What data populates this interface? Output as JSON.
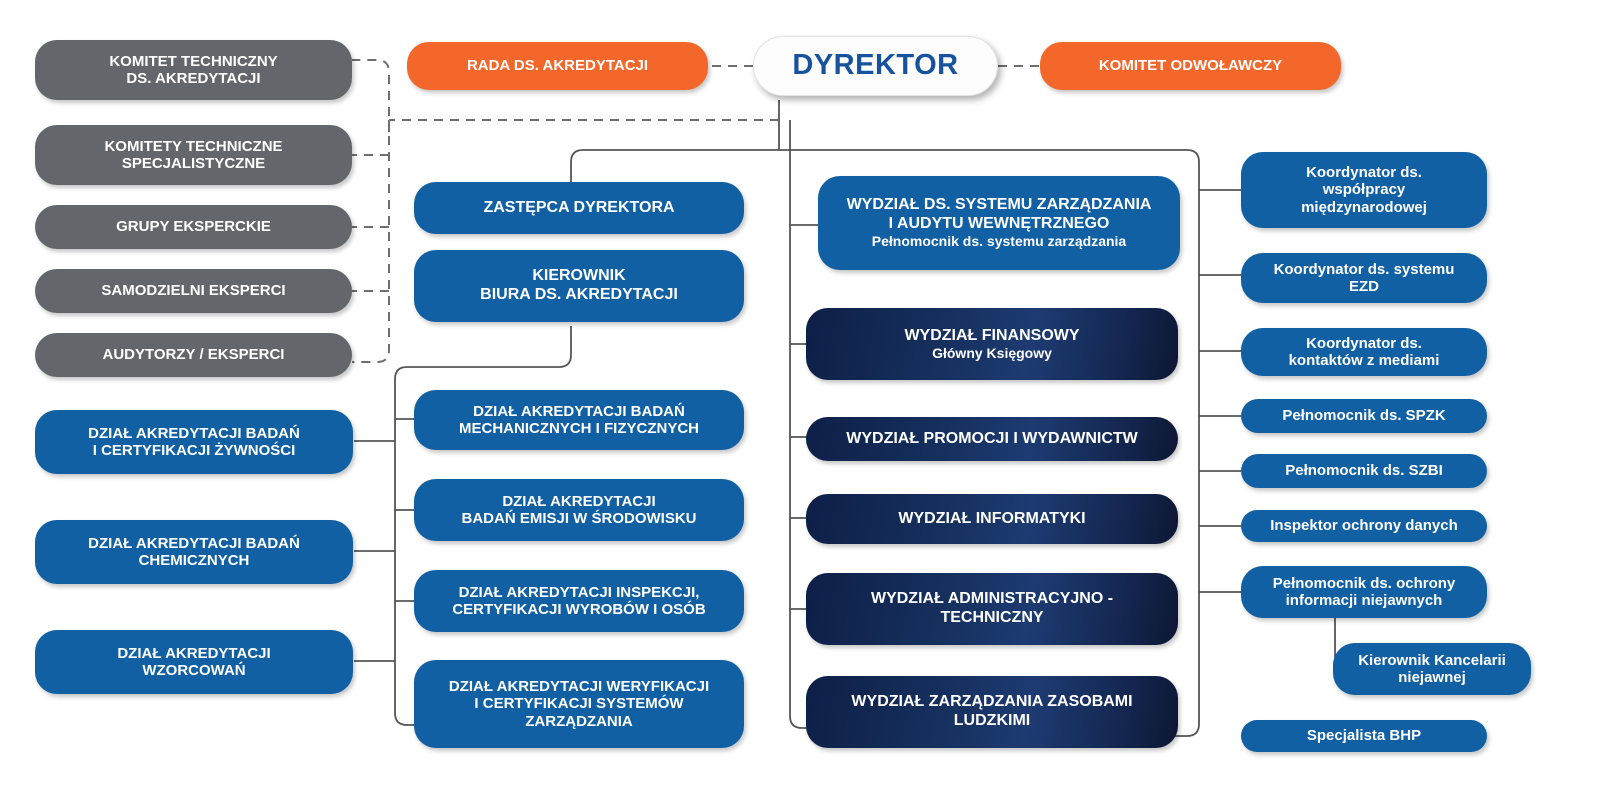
{
  "meta": {
    "title": "Struktura organizacyjna",
    "colors": {
      "grey": "#63666a",
      "orange": "#f4672a",
      "blue": "#1160a4",
      "navy_dark": "#0d1f47",
      "director_text": "#17529e",
      "connector_solid": "#5a5a5a",
      "connector_dashed": "#6e6e6e",
      "background": "#ffffff"
    }
  },
  "director": {
    "label": "DYREKTOR"
  },
  "advisory_left": {
    "items": [
      {
        "label_line1": "KOMITET TECHNICZNY",
        "label_line2": "DS. AKREDYTACJI"
      },
      {
        "label_line1": "KOMITETY TECHNICZNE",
        "label_line2": "SPECJALISTYCZNE"
      },
      {
        "label_line1": "GRUPY EKSPERCKIE",
        "label_line2": ""
      },
      {
        "label_line1": "SAMODZIELNI EKSPERCI",
        "label_line2": ""
      },
      {
        "label_line1": "AUDYTORZY / EKSPERCI",
        "label_line2": ""
      }
    ]
  },
  "advisory_top": {
    "council": "RADA DS.  AKREDYTACJI",
    "appeals": "KOMITET  ODWOŁAWCZY"
  },
  "deputy_column": {
    "items": [
      {
        "label_line1": "ZASTĘPCA DYREKTORA",
        "label_line2": ""
      },
      {
        "label_line1": "KIEROWNIK",
        "label_line2": "BIURA DS. AKREDYTACJI"
      }
    ]
  },
  "departments_left": {
    "items": [
      {
        "label_line1": "DZIAŁ AKREDYTACJI BADAŃ",
        "label_line2": "I CERTYFIKACJI ŻYWNOŚCI",
        "label_line3": ""
      },
      {
        "label_line1": "DZIAŁ AKREDYTACJI BADAŃ",
        "label_line2": "CHEMICZNYCH",
        "label_line3": ""
      },
      {
        "label_line1": "DZIAŁ AKREDYTACJI",
        "label_line2": "WZORCOWAŃ",
        "label_line3": ""
      }
    ]
  },
  "departments_mid": {
    "items": [
      {
        "label_line1": "DZIAŁ AKREDYTACJI BADAŃ",
        "label_line2": "MECHANICZNYCH I FIZYCZNYCH",
        "label_line3": ""
      },
      {
        "label_line1": "DZIAŁ AKREDYTACJI",
        "label_line2": "BADAŃ EMISJI W ŚRODOWISKU",
        "label_line3": ""
      },
      {
        "label_line1": "DZIAŁ AKREDYTACJI INSPEKCJI,",
        "label_line2": "CERTYFIKACJI WYROBÓW I OSÓB",
        "label_line3": ""
      },
      {
        "label_line1": "DZIAŁ AKREDYTACJI WERYFIKACJI",
        "label_line2": "I CERTYFIKACJI SYSTEMÓW",
        "label_line3": "ZARZĄDZANIA"
      }
    ]
  },
  "divisions": {
    "items": [
      {
        "style": "blue",
        "label_line1": "WYDZIAŁ DS. SYSTEMU ZARZĄDZANIA",
        "label_line2": "I AUDYTU WEWNĘTRZNEGO",
        "subtitle": "Pełnomocnik ds. systemu zarządzania"
      },
      {
        "style": "navy",
        "label_line1": "WYDZIAŁ FINANSOWY",
        "label_line2": "",
        "subtitle": "Główny Księgowy"
      },
      {
        "style": "navy",
        "label_line1": "WYDZIAŁ PROMOCJI  I WYDAWNICTW",
        "label_line2": "",
        "subtitle": ""
      },
      {
        "style": "navy",
        "label_line1": "WYDZIAŁ INFORMATYKI",
        "label_line2": "",
        "subtitle": ""
      },
      {
        "style": "navy",
        "label_line1": "WYDZIAŁ ADMINISTRACYJNO -",
        "label_line2": "TECHNICZNY",
        "subtitle": ""
      },
      {
        "style": "navy",
        "label_line1": "WYDZIAŁ ZARZĄDZANIA ZASOBAMI",
        "label_line2": "LUDZKIMI",
        "subtitle": ""
      }
    ]
  },
  "staff_right": {
    "items": [
      {
        "label_line1": "Koordynator ds.",
        "label_line2": "współpracy",
        "label_line3": "międzynarodowej"
      },
      {
        "label_line1": "Koordynator ds. systemu",
        "label_line2": "EZD",
        "label_line3": ""
      },
      {
        "label_line1": "Koordynator ds.",
        "label_line2": "kontaktów z mediami",
        "label_line3": ""
      },
      {
        "label_line1": "Pełnomocnik ds. SPZK",
        "label_line2": "",
        "label_line3": ""
      },
      {
        "label_line1": "Pełnomocnik ds. SZBI",
        "label_line2": "",
        "label_line3": ""
      },
      {
        "label_line1": "Inspektor ochrony danych",
        "label_line2": "",
        "label_line3": ""
      },
      {
        "label_line1": "Pełnomocnik ds. ochrony",
        "label_line2": "informacji niejawnych",
        "label_line3": ""
      },
      {
        "label_line1": "Specjalista BHP",
        "label_line2": "",
        "label_line3": ""
      }
    ],
    "sub_item": {
      "label_line1": "Kierownik Kancelarii",
      "label_line2": "niejawnej",
      "label_line3": ""
    }
  }
}
